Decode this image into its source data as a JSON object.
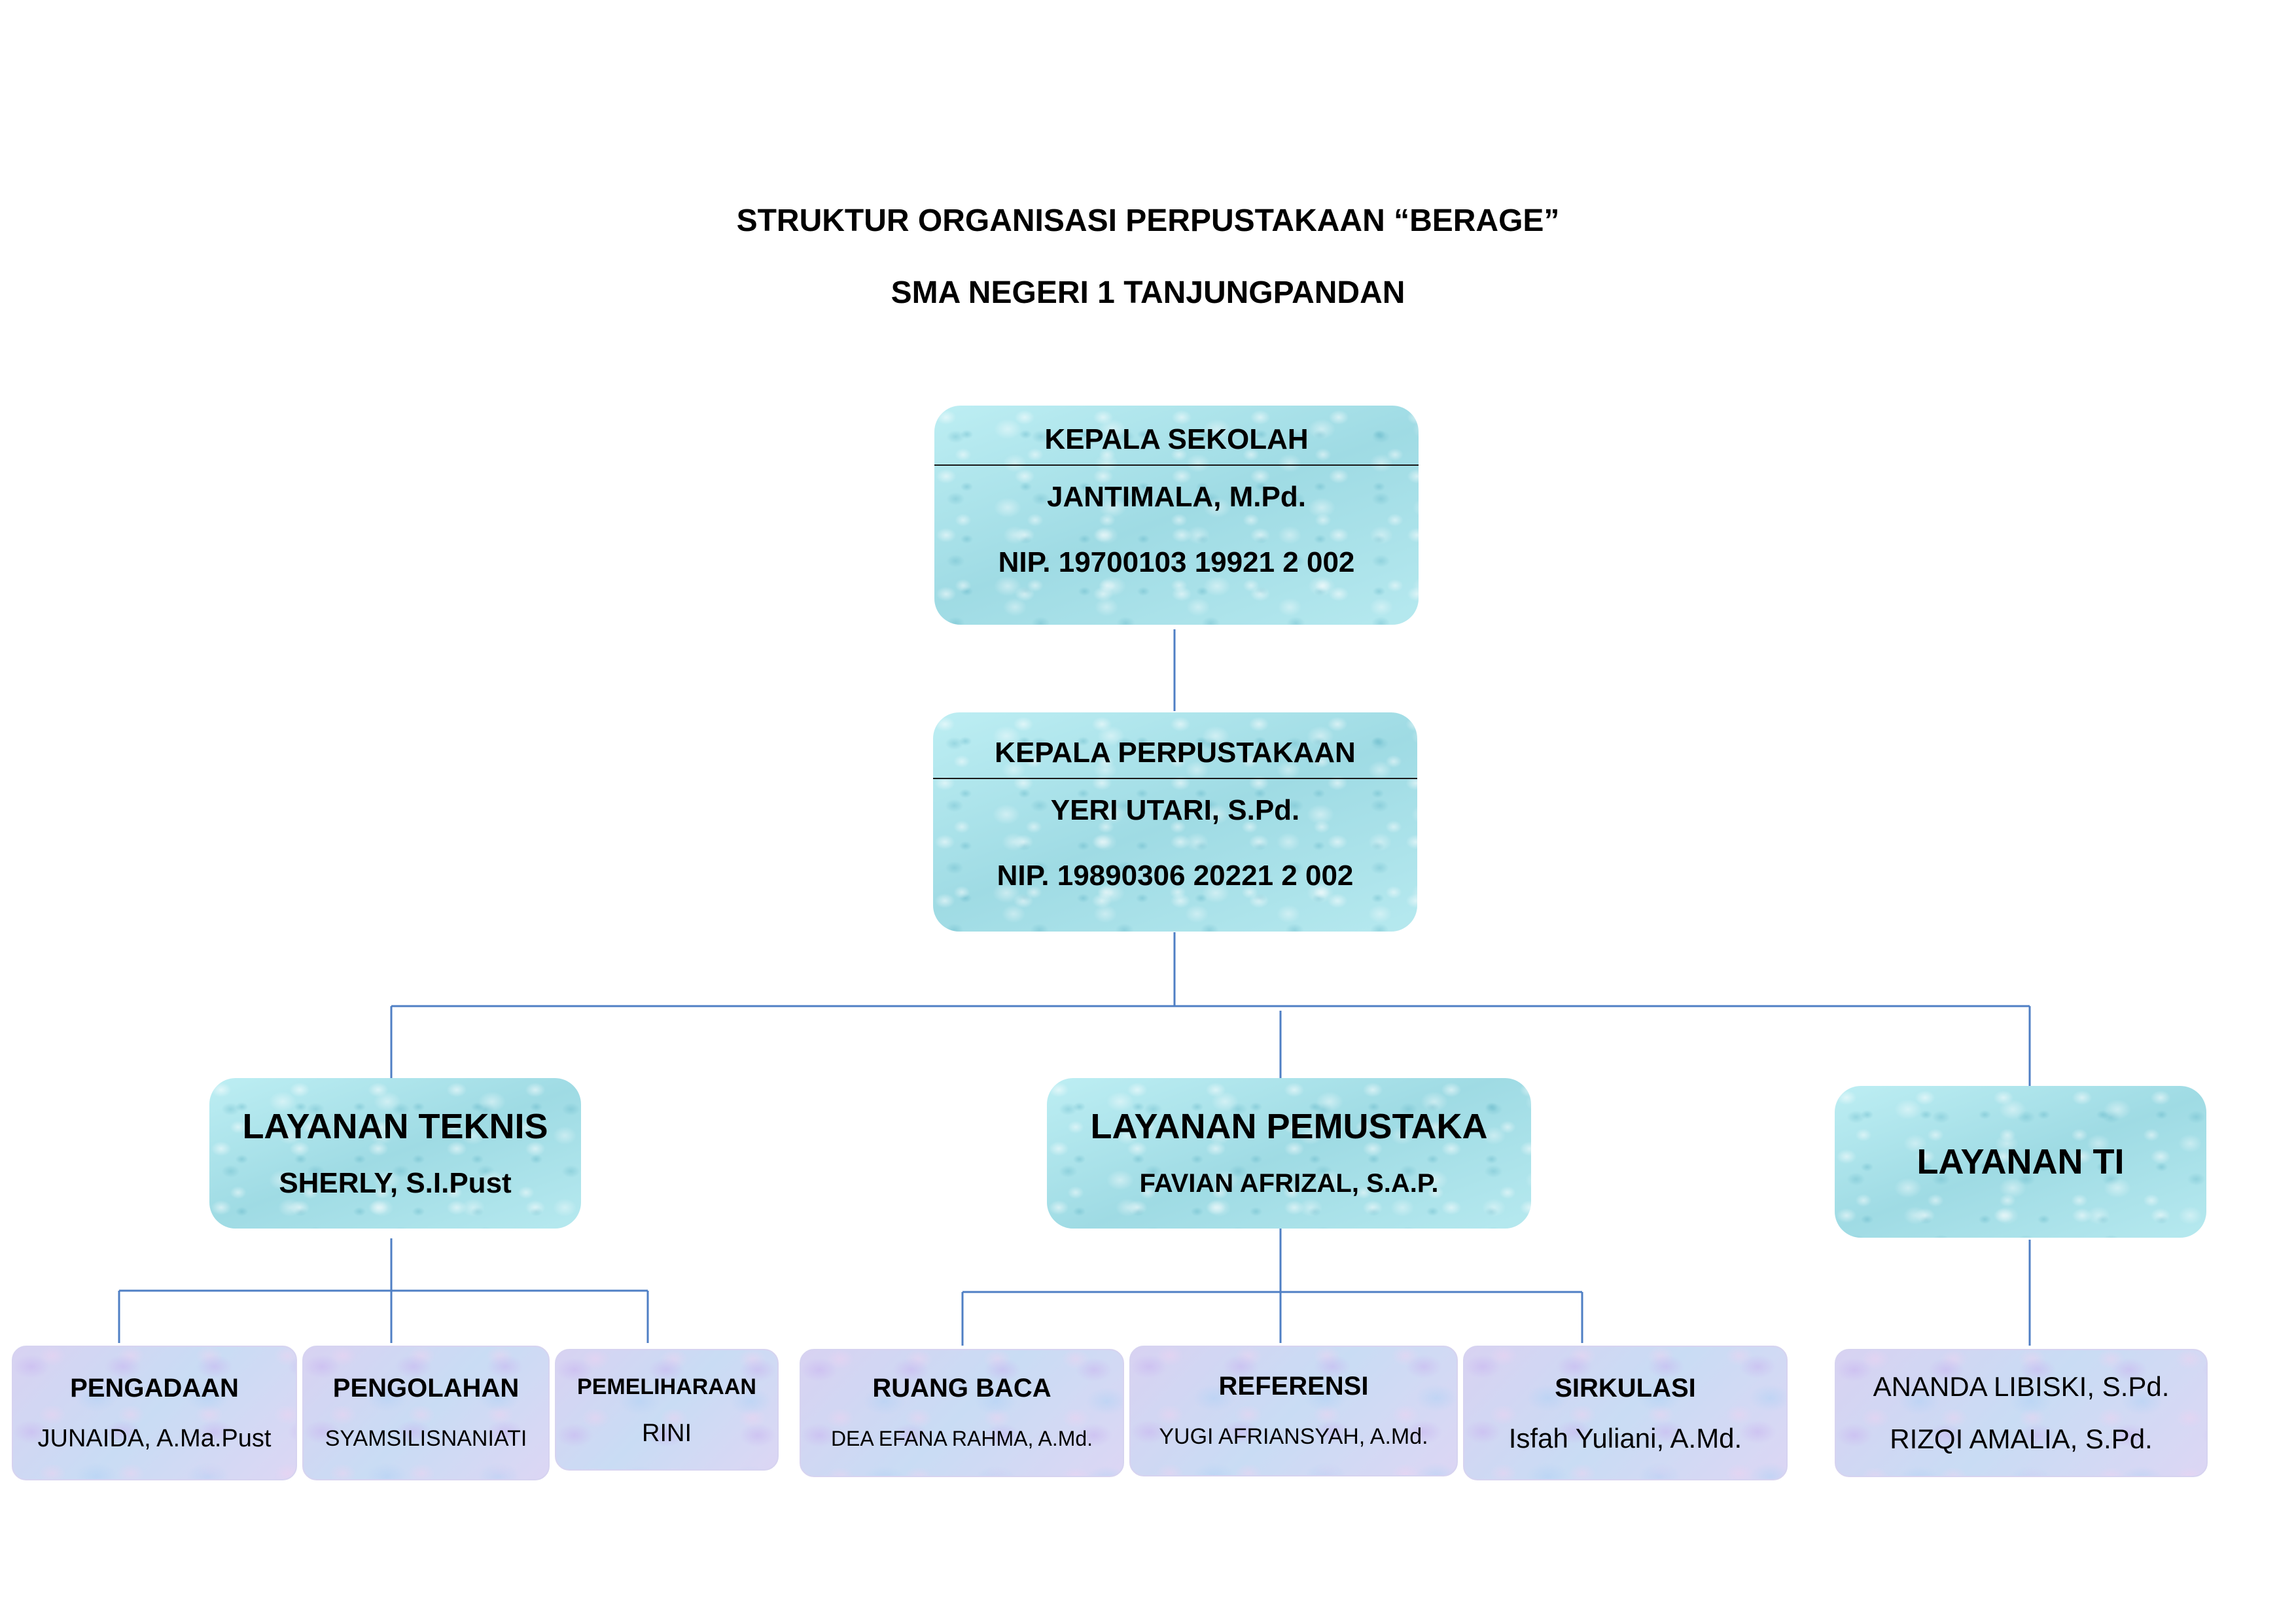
{
  "title": {
    "line1": "STRUKTUR ORGANISASI PERPUSTAKAAN “BERAGE”",
    "line2": "SMA NEGERI 1 TANJUNGPANDAN"
  },
  "kepala_sekolah": {
    "role": "KEPALA SEKOLAH",
    "name": "JANTIMALA, M.Pd.",
    "nip": "NIP. 19700103 19921 2 002"
  },
  "kepala_perpustakaan": {
    "role": "KEPALA PERPUSTAKAAN",
    "name": "YERI UTARI, S.Pd.",
    "nip": "NIP. 19890306 20221 2 002"
  },
  "layanan_teknis": {
    "role": "LAYANAN TEKNIS",
    "name": "SHERLY, S.I.Pust",
    "units": [
      {
        "role": "PENGADAAN",
        "name": "JUNAIDA, A.Ma.Pust"
      },
      {
        "role": "PENGOLAHAN",
        "name": "SYAMSILISNANIATI"
      },
      {
        "role": "PEMELIHARAAN",
        "name": "RINI"
      }
    ]
  },
  "layanan_pemustaka": {
    "role": "LAYANAN PEMUSTAKA",
    "name": "FAVIAN AFRIZAL, S.A.P.",
    "units": [
      {
        "role": "RUANG BACA",
        "name": "DEA EFANA RAHMA, A.Md."
      },
      {
        "role": "REFERENSI",
        "name": "YUGI AFRIANSYAH, A.Md."
      },
      {
        "role": "SIRKULASI",
        "name": "Isfah Yuliani, A.Md."
      }
    ]
  },
  "layanan_ti": {
    "role": "LAYANAN TI",
    "staff": [
      "ANANDA LIBISKI, S.Pd.",
      "RIZQI AMALIA, S.Pd."
    ]
  },
  "colors": {
    "connector": "#4f7fc4",
    "upper_box": "#aee3ea",
    "lower_box": "#d3dcf3"
  }
}
